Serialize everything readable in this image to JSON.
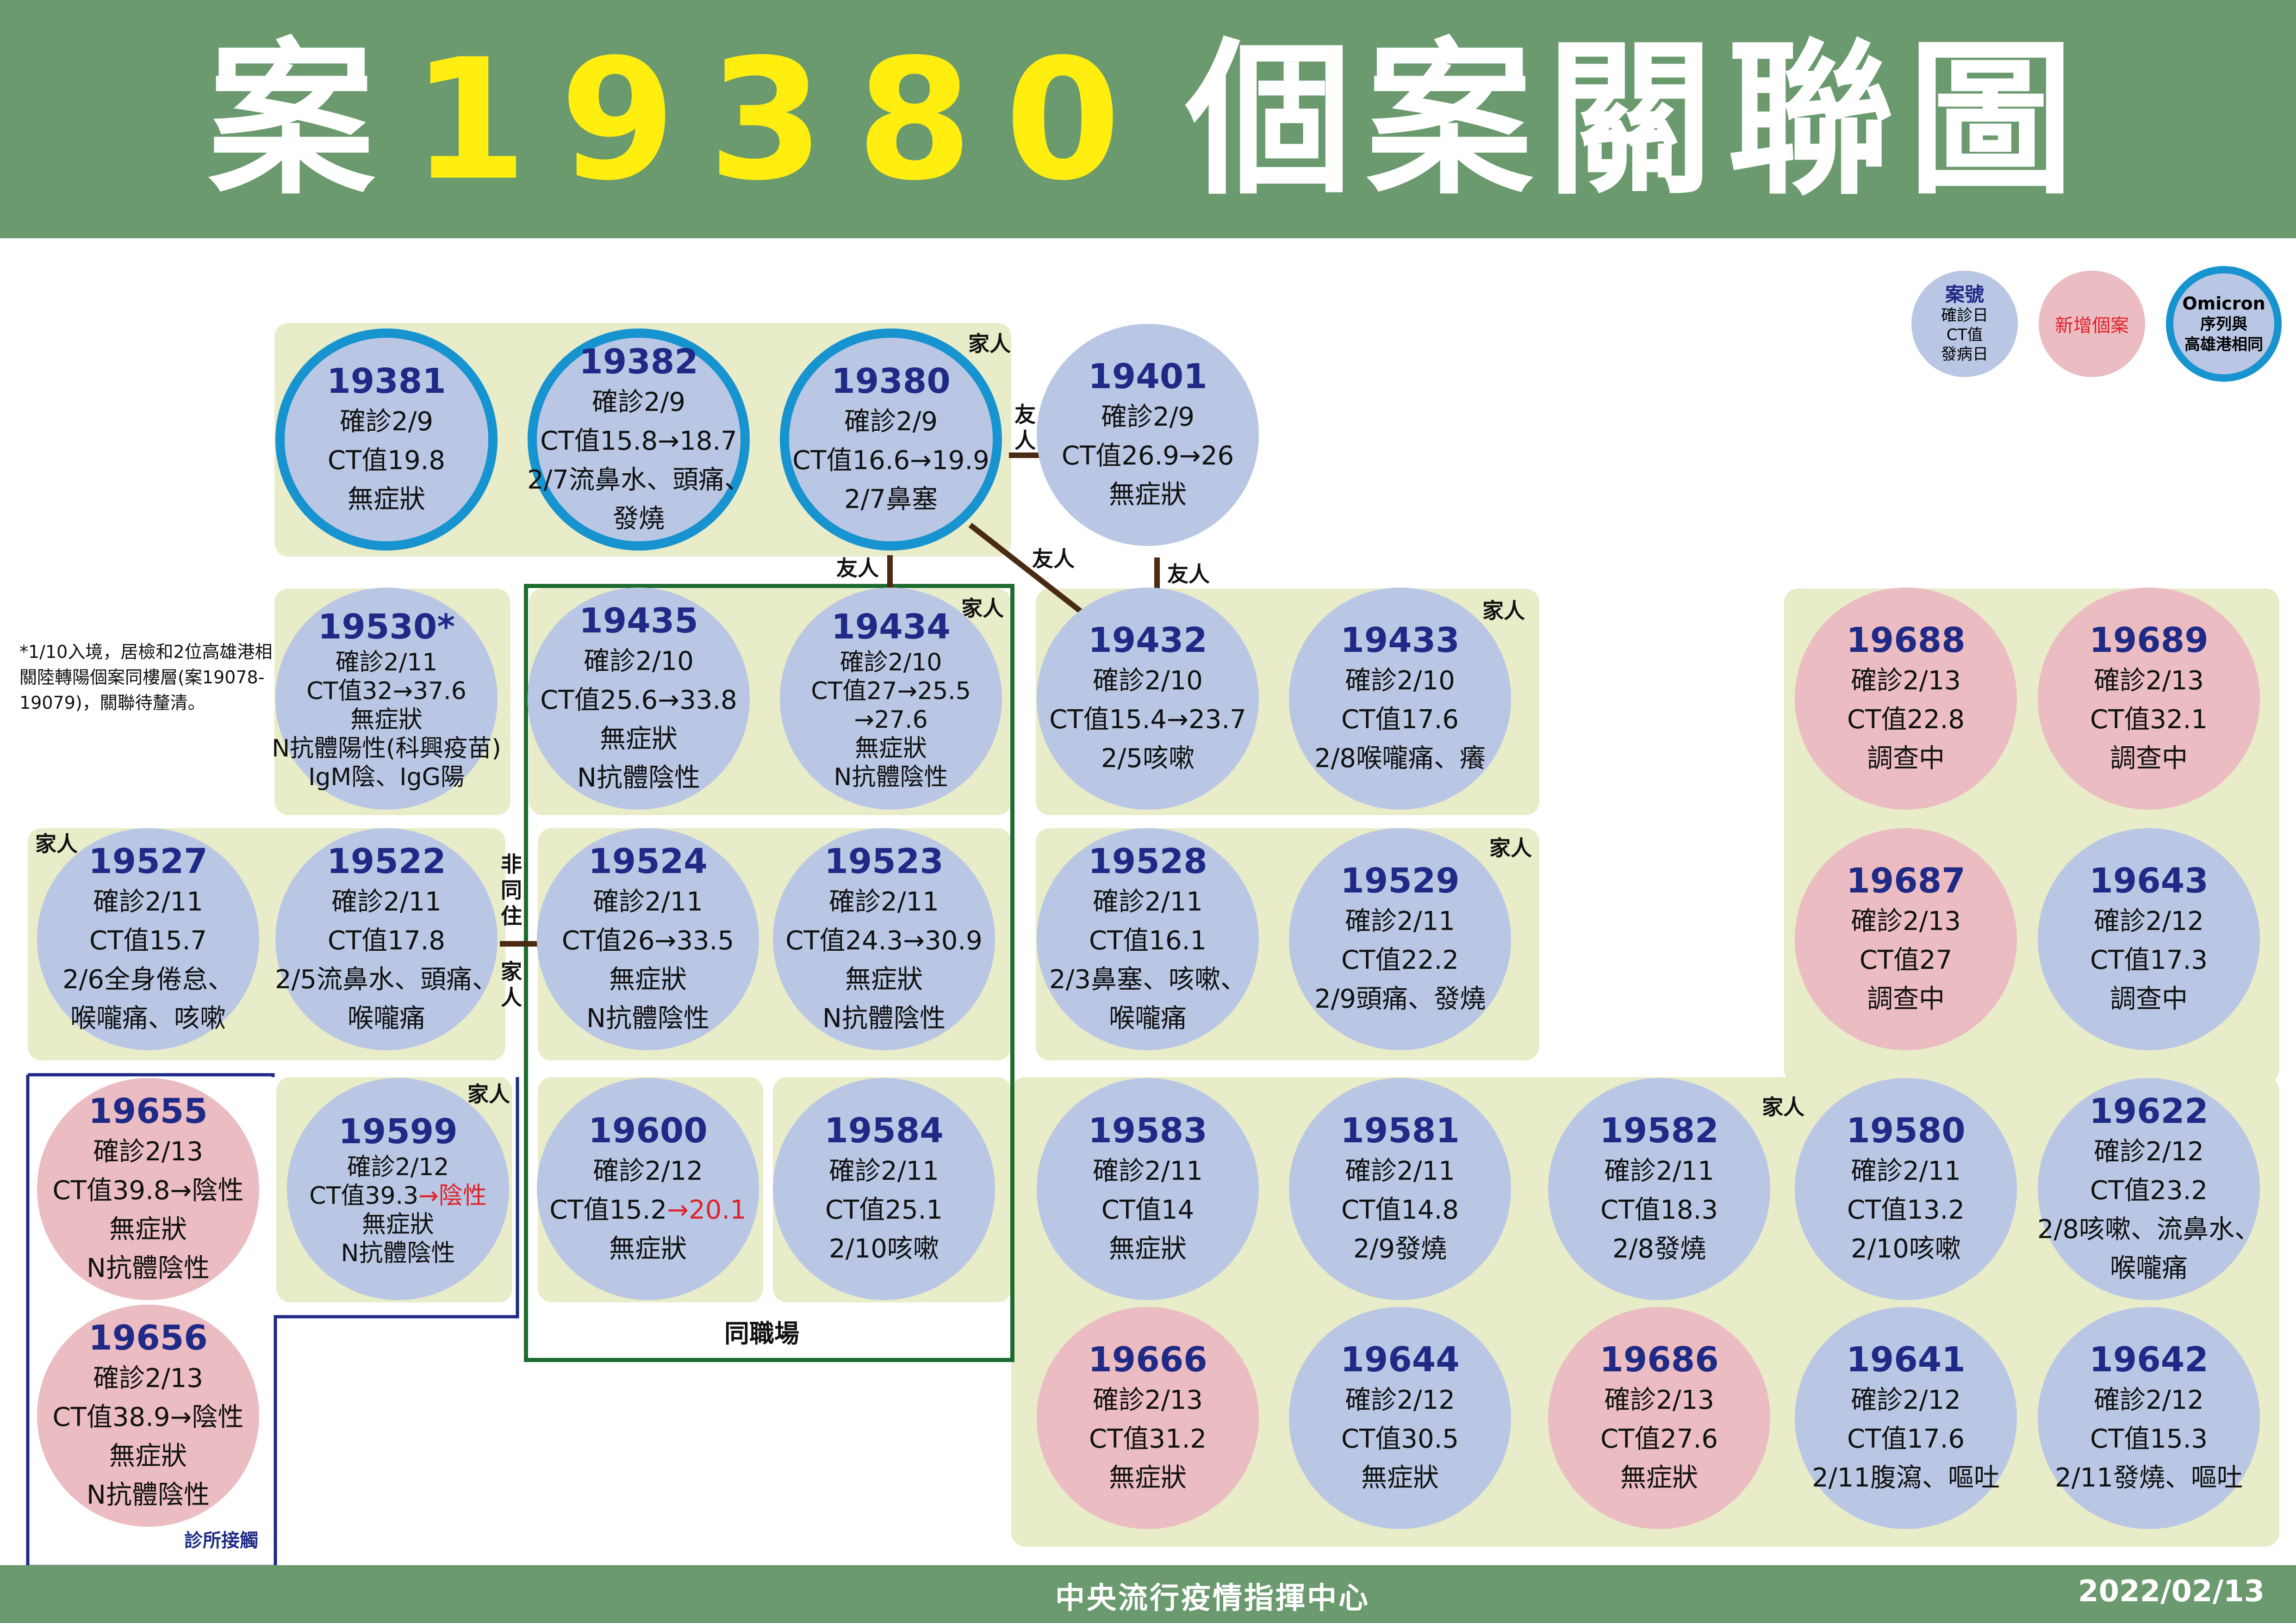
{
  "title": {
    "prefix": "案",
    "number": "19380",
    "suffix": "個案關聯圖"
  },
  "footer": {
    "org": "中央流行疫情指揮中心",
    "date": "2022/02/13"
  },
  "legend": {
    "old_lines": [
      "案號",
      "確診日",
      "CT值",
      "發病日"
    ],
    "new_label": "新增個案",
    "omicron_lines": [
      "Omicron",
      "序列與",
      "高雄港相同"
    ]
  },
  "note": "*1/10入境，居檢和2位高雄港相關陸轉陽個案同樓層(案19078-19079)，關聯待釐清。",
  "labels": {
    "family": "家人",
    "friend": "友人",
    "same_workplace": "同職場",
    "clinic_contact": "診所接觸",
    "non_cohabit": "非同住",
    "family_vertical": "家人"
  },
  "cases": [
    {
      "id": "19381",
      "type": "old",
      "omicron": true,
      "lines": [
        "確診2/9",
        "CT值19.8",
        "無症狀"
      ]
    },
    {
      "id": "19382",
      "type": "old",
      "omicron": true,
      "lines": [
        "確診2/9",
        "CT值15.8→18.7",
        "2/7流鼻水、頭痛、",
        "發燒"
      ]
    },
    {
      "id": "19380",
      "type": "old",
      "omicron": true,
      "lines": [
        "確診2/9",
        "CT值16.6→19.9",
        "2/7鼻塞"
      ]
    },
    {
      "id": "19401",
      "type": "old",
      "omicron": false,
      "lines": [
        "確診2/9",
        "CT值26.9→26",
        "無症狀"
      ]
    },
    {
      "id": "19530*",
      "type": "old",
      "omicron": false,
      "lines": [
        "確診2/11",
        "CT值32→37.6",
        "無症狀",
        "N抗體陽性(科興疫苗)",
        "IgM陰、IgG陽"
      ]
    },
    {
      "id": "19435",
      "type": "old",
      "omicron": false,
      "lines": [
        "確診2/10",
        "CT值25.6→33.8",
        "無症狀",
        "N抗體陰性"
      ]
    },
    {
      "id": "19434",
      "type": "old",
      "omicron": false,
      "lines": [
        "確診2/10",
        "CT值27→25.5",
        "→27.6",
        "無症狀",
        "N抗體陰性"
      ]
    },
    {
      "id": "19432",
      "type": "old",
      "omicron": false,
      "lines": [
        "確診2/10",
        "CT值15.4→23.7",
        "2/5咳嗽"
      ]
    },
    {
      "id": "19433",
      "type": "old",
      "omicron": false,
      "lines": [
        "確診2/10",
        "CT值17.6",
        "2/8喉嚨痛、癢"
      ]
    },
    {
      "id": "19688",
      "type": "new",
      "omicron": false,
      "lines": [
        "確診2/13",
        "CT值22.8",
        "調查中"
      ]
    },
    {
      "id": "19689",
      "type": "new",
      "omicron": false,
      "lines": [
        "確診2/13",
        "CT值32.1",
        "調查中"
      ]
    },
    {
      "id": "19527",
      "type": "old",
      "omicron": false,
      "lines": [
        "確診2/11",
        "CT值15.7",
        "2/6全身倦怠、",
        "喉嚨痛、咳嗽"
      ]
    },
    {
      "id": "19522",
      "type": "old",
      "omicron": false,
      "lines": [
        "確診2/11",
        "CT值17.8",
        "2/5流鼻水、頭痛、",
        "喉嚨痛"
      ]
    },
    {
      "id": "19524",
      "type": "old",
      "omicron": false,
      "lines": [
        "確診2/11",
        "CT值26→33.5",
        "無症狀",
        "N抗體陰性"
      ]
    },
    {
      "id": "19523",
      "type": "old",
      "omicron": false,
      "lines": [
        "確診2/11",
        "CT值24.3→30.9",
        "無症狀",
        "N抗體陰性"
      ]
    },
    {
      "id": "19528",
      "type": "old",
      "omicron": false,
      "lines": [
        "確診2/11",
        "CT值16.1",
        "2/3鼻塞、咳嗽、",
        "喉嚨痛"
      ]
    },
    {
      "id": "19529",
      "type": "old",
      "omicron": false,
      "lines": [
        "確診2/11",
        "CT值22.2",
        "2/9頭痛、發燒"
      ]
    },
    {
      "id": "19687",
      "type": "new",
      "omicron": false,
      "lines": [
        "確診2/13",
        "CT值27",
        "調查中"
      ]
    },
    {
      "id": "19643",
      "type": "old",
      "omicron": false,
      "lines": [
        "確診2/12",
        "CT值17.3",
        "調查中"
      ]
    },
    {
      "id": "19655",
      "type": "new",
      "omicron": false,
      "lines": [
        "確診2/13",
        "CT值39.8→陰性",
        "無症狀",
        "N抗體陰性"
      ]
    },
    {
      "id": "19599",
      "type": "old",
      "omicron": false,
      "lines": [
        "確診2/12"
      ],
      "ct_prefix": "CT值39.3",
      "ct_red": "→陰性",
      "lines2": [
        "無症狀"
      ],
      "red_line": "N抗體陰性"
    },
    {
      "id": "19600",
      "type": "old",
      "omicron": false,
      "lines": [
        "確診2/12"
      ],
      "ct_prefix": "CT值15.2",
      "ct_red": "→20.1",
      "lines2": [
        "無症狀"
      ]
    },
    {
      "id": "19584",
      "type": "old",
      "omicron": false,
      "lines": [
        "確診2/11",
        "CT值25.1",
        "2/10咳嗽"
      ]
    },
    {
      "id": "19583",
      "type": "old",
      "omicron": false,
      "lines": [
        "確診2/11",
        "CT值14",
        "無症狀"
      ]
    },
    {
      "id": "19581",
      "type": "old",
      "omicron": false,
      "lines": [
        "確診2/11",
        "CT值14.8",
        "2/9發燒"
      ]
    },
    {
      "id": "19582",
      "type": "old",
      "omicron": false,
      "lines": [
        "確診2/11",
        "CT值18.3",
        "2/8發燒"
      ]
    },
    {
      "id": "19580",
      "type": "old",
      "omicron": false,
      "lines": [
        "確診2/11",
        "CT值13.2",
        "2/10咳嗽"
      ]
    },
    {
      "id": "19622",
      "type": "old",
      "omicron": false,
      "lines": [
        "確診2/12",
        "CT值23.2",
        "2/8咳嗽、流鼻水、",
        "喉嚨痛"
      ]
    },
    {
      "id": "19656",
      "type": "new",
      "omicron": false,
      "lines": [
        "確診2/13",
        "CT值38.9→陰性",
        "無症狀",
        "N抗體陰性"
      ]
    },
    {
      "id": "19666",
      "type": "new",
      "omicron": false,
      "lines": [
        "確診2/13",
        "CT值31.2",
        "無症狀"
      ]
    },
    {
      "id": "19644",
      "type": "old",
      "omicron": false,
      "lines": [
        "確診2/12",
        "CT值30.5",
        "無症狀"
      ]
    },
    {
      "id": "19686",
      "type": "new",
      "omicron": false,
      "lines": [
        "確診2/13",
        "CT值27.6",
        "無症狀"
      ]
    },
    {
      "id": "19641",
      "type": "old",
      "omicron": false,
      "lines": [
        "確診2/12",
        "CT值17.6",
        "2/11腹瀉、嘔吐"
      ]
    },
    {
      "id": "19642",
      "type": "old",
      "omicron": false,
      "lines": [
        "確診2/12",
        "CT值15.3",
        "2/11發燒、嘔吐"
      ]
    }
  ],
  "colors": {
    "header": "#6b9a6f",
    "title_number": "#ffee10",
    "group_bg": "#e8ecc9",
    "old_case": "#b9c7e4",
    "new_case": "#ebbcc1",
    "omicron_ring": "#1794d0",
    "case_id": "#1f2a86",
    "workplace_frame": "#1e6b2e",
    "clinic_frame": "#1f2a86",
    "connector": "#4a2a12",
    "highlight": "#e0232b"
  }
}
